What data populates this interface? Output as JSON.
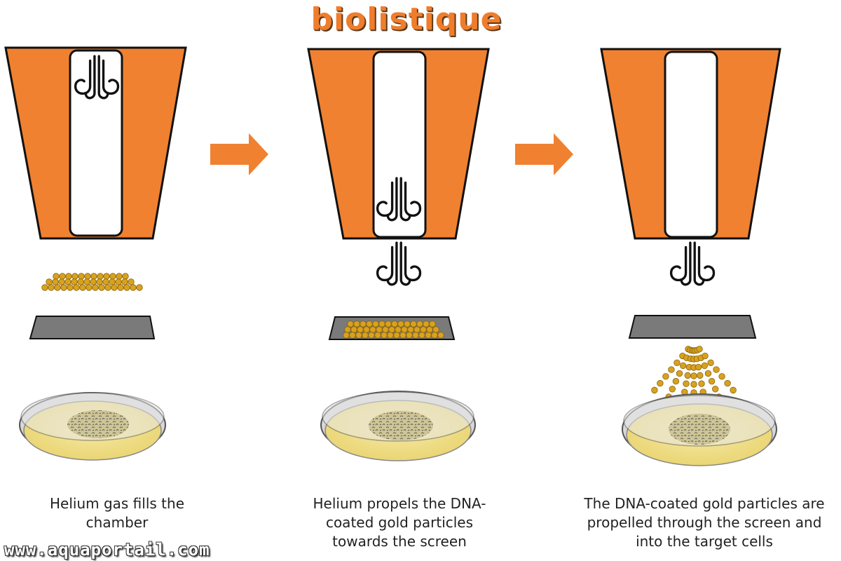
{
  "title": "biolistique",
  "watermark": "www.aquaportail.com",
  "colors": {
    "chamber": "#f08130",
    "arrow": "#f08130",
    "gold": "#d9a21e",
    "screen": "#7a7a7a",
    "agar": "#f2e18e",
    "title": "#ef7d2c"
  },
  "steps": [
    {
      "caption_line1": "Helium gas fills the",
      "caption_line2": "chamber",
      "caption_line3": ""
    },
    {
      "caption_line1": "Helium propels the DNA-",
      "caption_line2": "coated gold particles",
      "caption_line3": "towards the screen"
    },
    {
      "caption_line1": "The DNA-coated gold particles are",
      "caption_line2": "propelled through the screen and",
      "caption_line3": "into the target cells"
    }
  ]
}
